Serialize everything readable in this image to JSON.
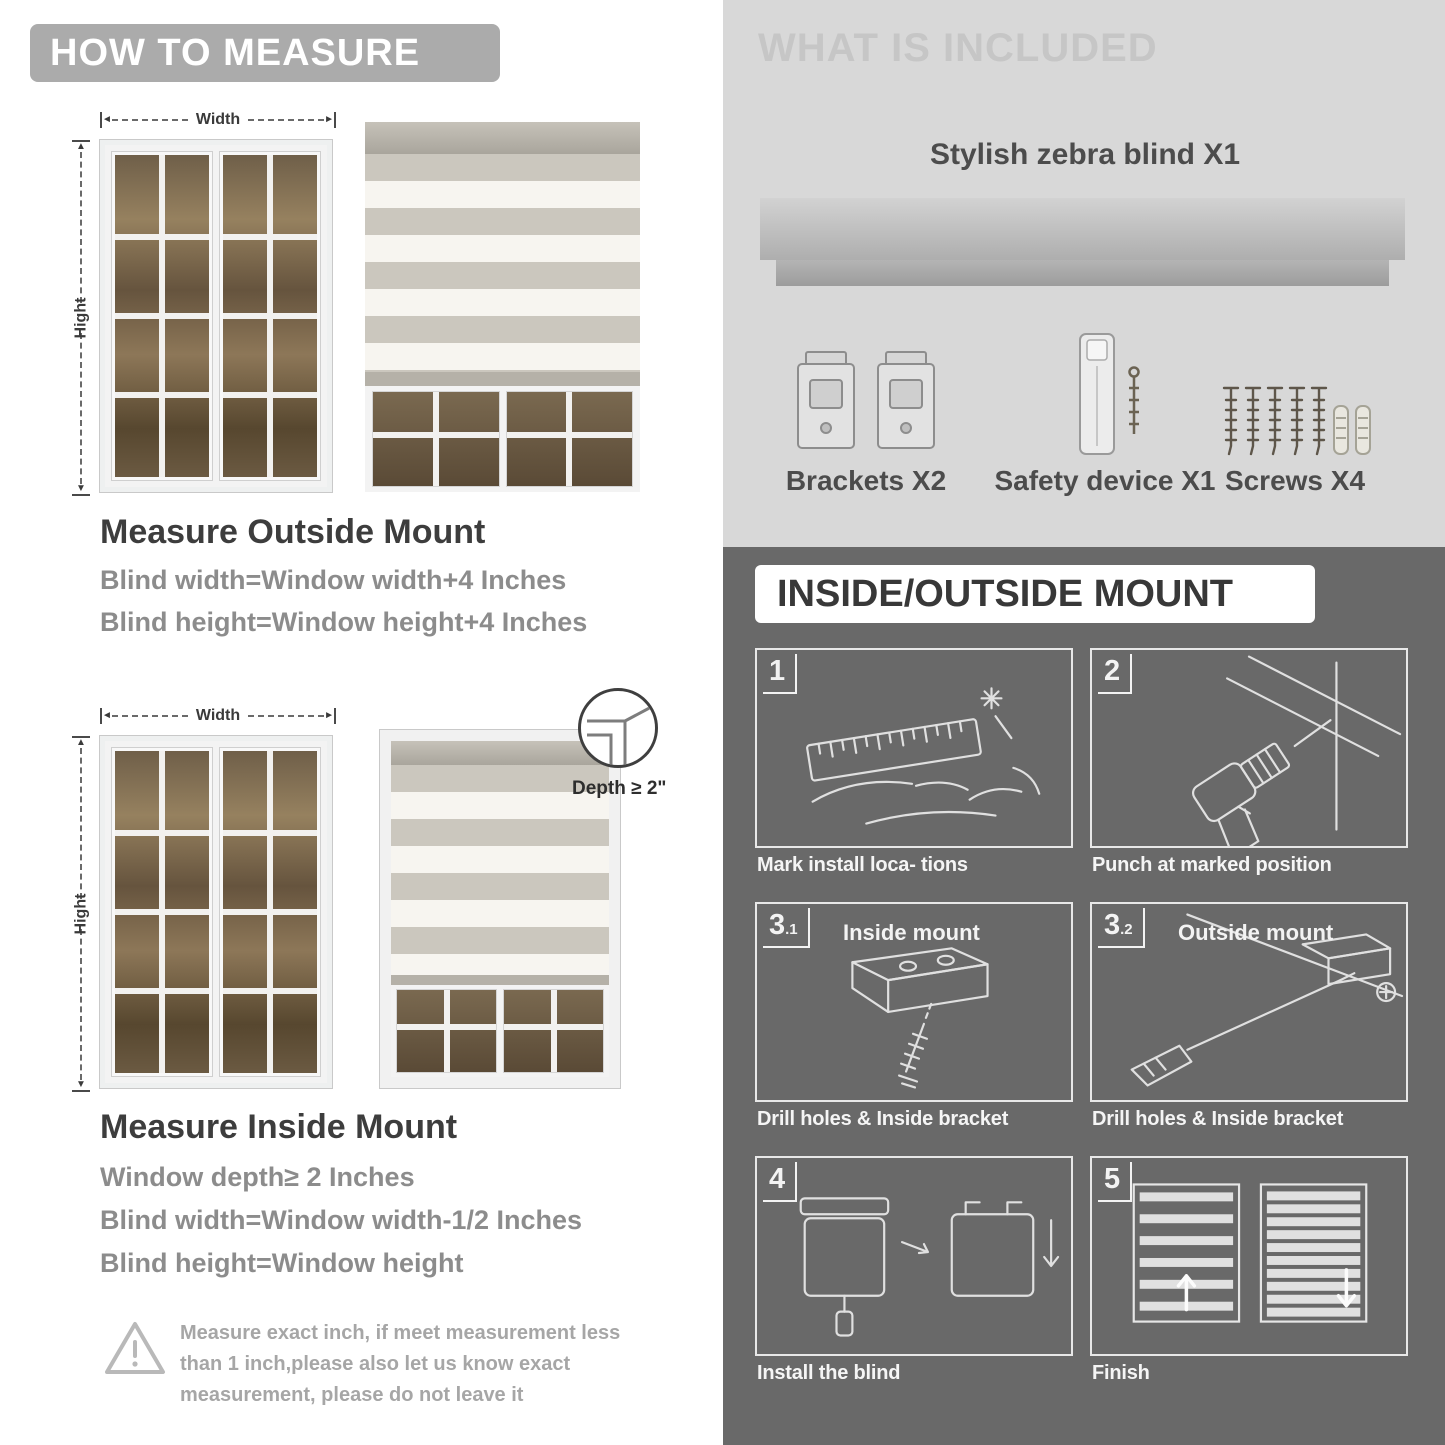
{
  "colors": {
    "banner_gray": "#ababab",
    "included_bg": "#d8d8d8",
    "included_title_gray": "#c6c6c6",
    "mount_bg": "#696969",
    "heading_dark": "#3d3d3d",
    "body_gray": "#8c8c8c",
    "stripe_gray": "#cbc7be"
  },
  "left": {
    "banner": "HOW TO MEASURE",
    "outside": {
      "width_label": "Width",
      "height_label": "Hight",
      "heading": "Measure Outside Mount",
      "line1": "Blind width=Window width+4 Inches",
      "line2": "Blind height=Window height+4 Inches"
    },
    "inside": {
      "width_label": "Width",
      "height_label": "Hight",
      "depth_label": "Depth ≥ 2\"",
      "heading": "Measure Inside Mount",
      "line1": "Window depth≥ 2 Inches",
      "line2": "Blind width=Window width-1/2 Inches",
      "line3": "Blind height=Window height"
    },
    "warning": {
      "icon": "warning-triangle",
      "text": "Measure exact inch, if meet measurement less than 1 inch,please also let us know exact measurement, please do not leave it"
    }
  },
  "right": {
    "included": {
      "title": "WHAT IS INCLUDED",
      "blind_label": "Stylish zebra blind X1",
      "items": [
        {
          "label": "Brackets X2",
          "icon": "mounting-brackets"
        },
        {
          "label": "Safety device X1",
          "icon": "safety-device"
        },
        {
          "label": "Screws X4",
          "icon": "screws-and-anchors"
        }
      ]
    },
    "mount": {
      "title": "INSIDE/OUTSIDE MOUNT",
      "steps": [
        {
          "num": "1",
          "sub": "",
          "title": "",
          "caption": "Mark install loca- tions"
        },
        {
          "num": "2",
          "sub": "",
          "title": "",
          "caption": "Punch at  marked position"
        },
        {
          "num": "3",
          "sub": ".1",
          "title": "Inside mount",
          "caption": "Drill holes &  Inside bracket"
        },
        {
          "num": "3",
          "sub": ".2",
          "title": "Outside mount",
          "caption": "Drill holes &  Inside bracket"
        },
        {
          "num": "4",
          "sub": "",
          "title": "",
          "caption": "Install the blind"
        },
        {
          "num": "5",
          "sub": "",
          "title": "",
          "caption": "Finish"
        }
      ]
    }
  }
}
